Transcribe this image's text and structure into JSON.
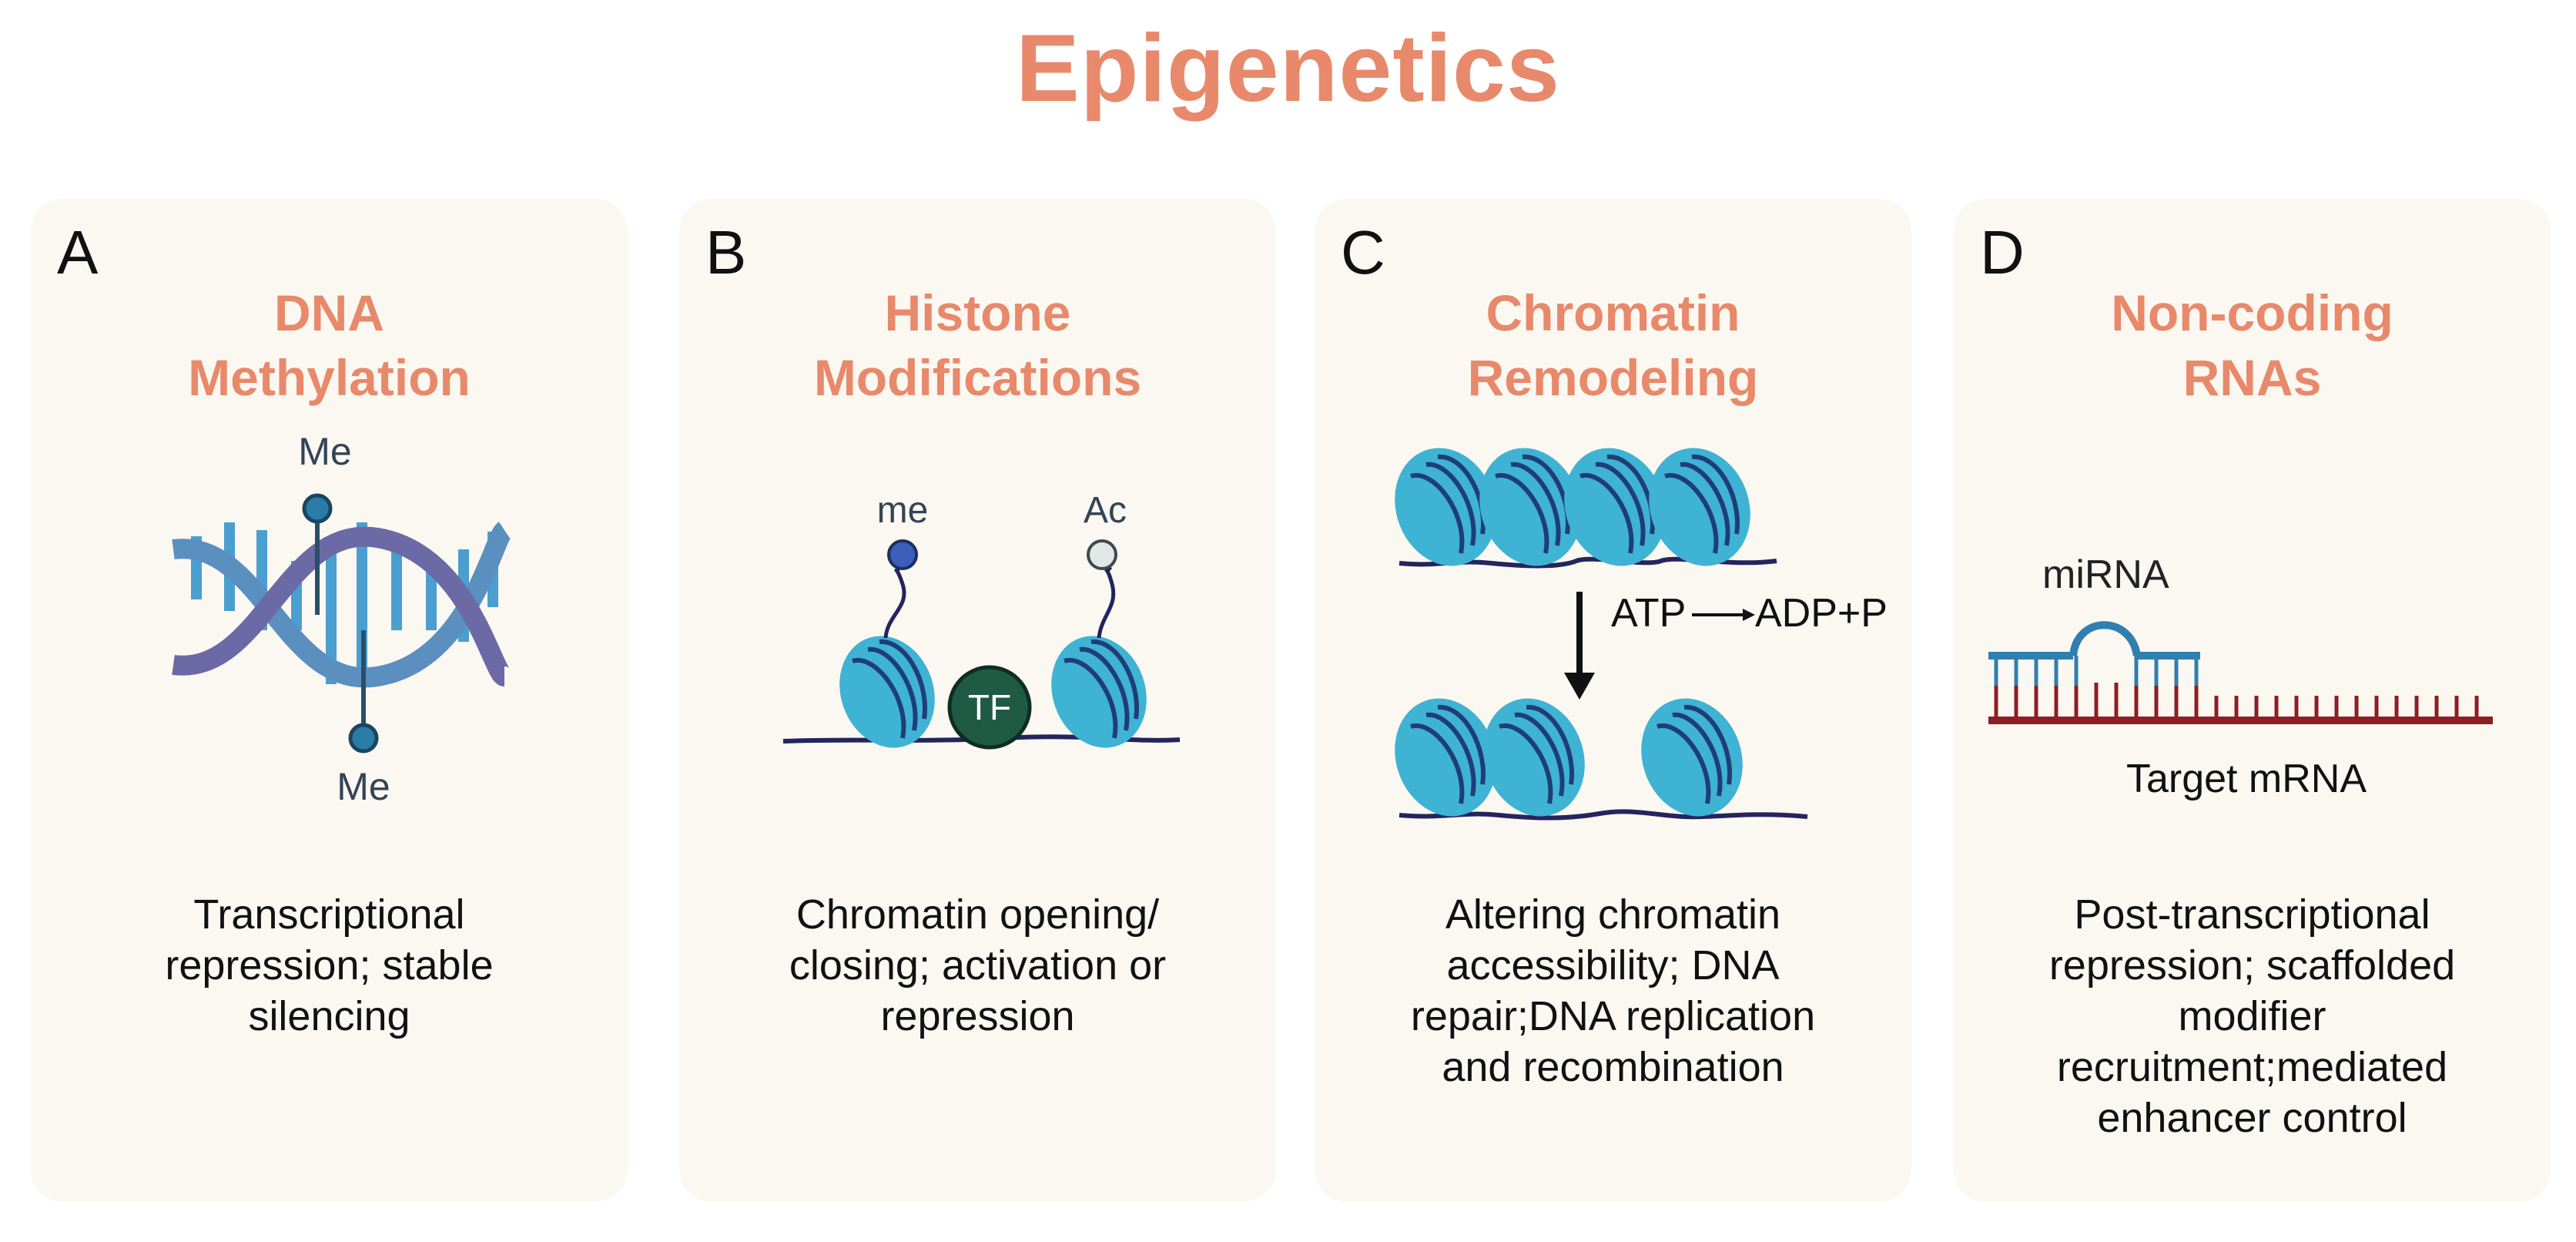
{
  "title": "Epigenetics",
  "panels": [
    {
      "letter": "A",
      "title_lines": [
        "DNA",
        "Methylation"
      ],
      "labels": {
        "me_top": "Me",
        "me_bottom": "Me"
      },
      "desc_lines": [
        "Transcriptional",
        "repression; stable",
        "silencing"
      ]
    },
    {
      "letter": "B",
      "title_lines": [
        "Histone",
        "Modifications"
      ],
      "labels": {
        "me": "me",
        "ac": "Ac",
        "tf": "TF"
      },
      "desc_lines": [
        "Chromatin opening/",
        "closing; activation or",
        "repression"
      ]
    },
    {
      "letter": "C",
      "title_lines": [
        "Chromatin",
        "Remodeling"
      ],
      "labels": {
        "atp": "ATP",
        "adp": "ADP+P"
      },
      "desc_lines": [
        "Altering chromatin",
        "accessibility; DNA",
        "repair;DNA replication",
        "and recombination"
      ]
    },
    {
      "letter": "D",
      "title_lines": [
        "Non-coding",
        "RNAs"
      ],
      "labels": {
        "mirna": "miRNA",
        "target": "Target mRNA"
      },
      "desc_lines": [
        "Post-transcriptional",
        "repression; scaffolded",
        "modifier",
        "recruitment;mediated",
        "enhancer control"
      ]
    }
  ],
  "colors": {
    "title": "#e8896b",
    "panel_bg": "#fbf8f1",
    "nucleosome": "#3fb3d3",
    "nucleosome_dark": "#1e6f92",
    "dna_purple": "#6b69a6",
    "dna_blue": "#4a88b8",
    "tf_green": "#1f5a45",
    "mirna_blue": "#2f7fb0",
    "mrna_red": "#8c1f25"
  }
}
